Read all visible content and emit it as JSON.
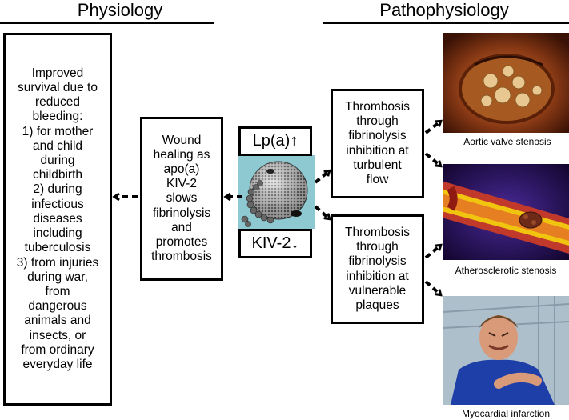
{
  "headings": {
    "physiology": "Physiology",
    "pathophysiology": "Pathophysiology"
  },
  "boxes": {
    "survival": [
      "Improved",
      "survival due to",
      "reduced",
      "bleeding:",
      "1) for mother",
      "and child",
      "during",
      "childbirth",
      "2) during",
      "infectious",
      "diseases",
      "including",
      "tuberculosis",
      "3) from injuries",
      "during war,",
      "from",
      "dangerous",
      "animals and",
      "insects, or",
      "from ordinary",
      "everyday life"
    ],
    "wound": [
      "Wound",
      "healing as",
      "apo(a)",
      "KIV-2",
      "slows",
      "fibrinolysis",
      "and",
      "promotes",
      "thrombosis"
    ],
    "thrombosis_turbulent": [
      "Thrombosis",
      "through",
      "fibrinolysis",
      "inhibition at",
      "turbulent",
      "flow"
    ],
    "thrombosis_plaques": [
      "Thrombosis",
      "through",
      "fibrinolysis",
      "inhibition at",
      "vulnerable",
      "plaques"
    ]
  },
  "labels": {
    "lpa": "Lp(a)↑",
    "kiv2": "KIV-2↓"
  },
  "captions": {
    "aortic": "Aortic valve stenosis",
    "athero": "Atherosclerotic stenosis",
    "mi": "Myocardial infarction"
  },
  "colors": {
    "molecule_background": "#8ec9d2",
    "vessel_outer": "#c0392b",
    "plaque": "#f1c40f"
  },
  "icons": {
    "arrow": "dashed-arrow"
  }
}
